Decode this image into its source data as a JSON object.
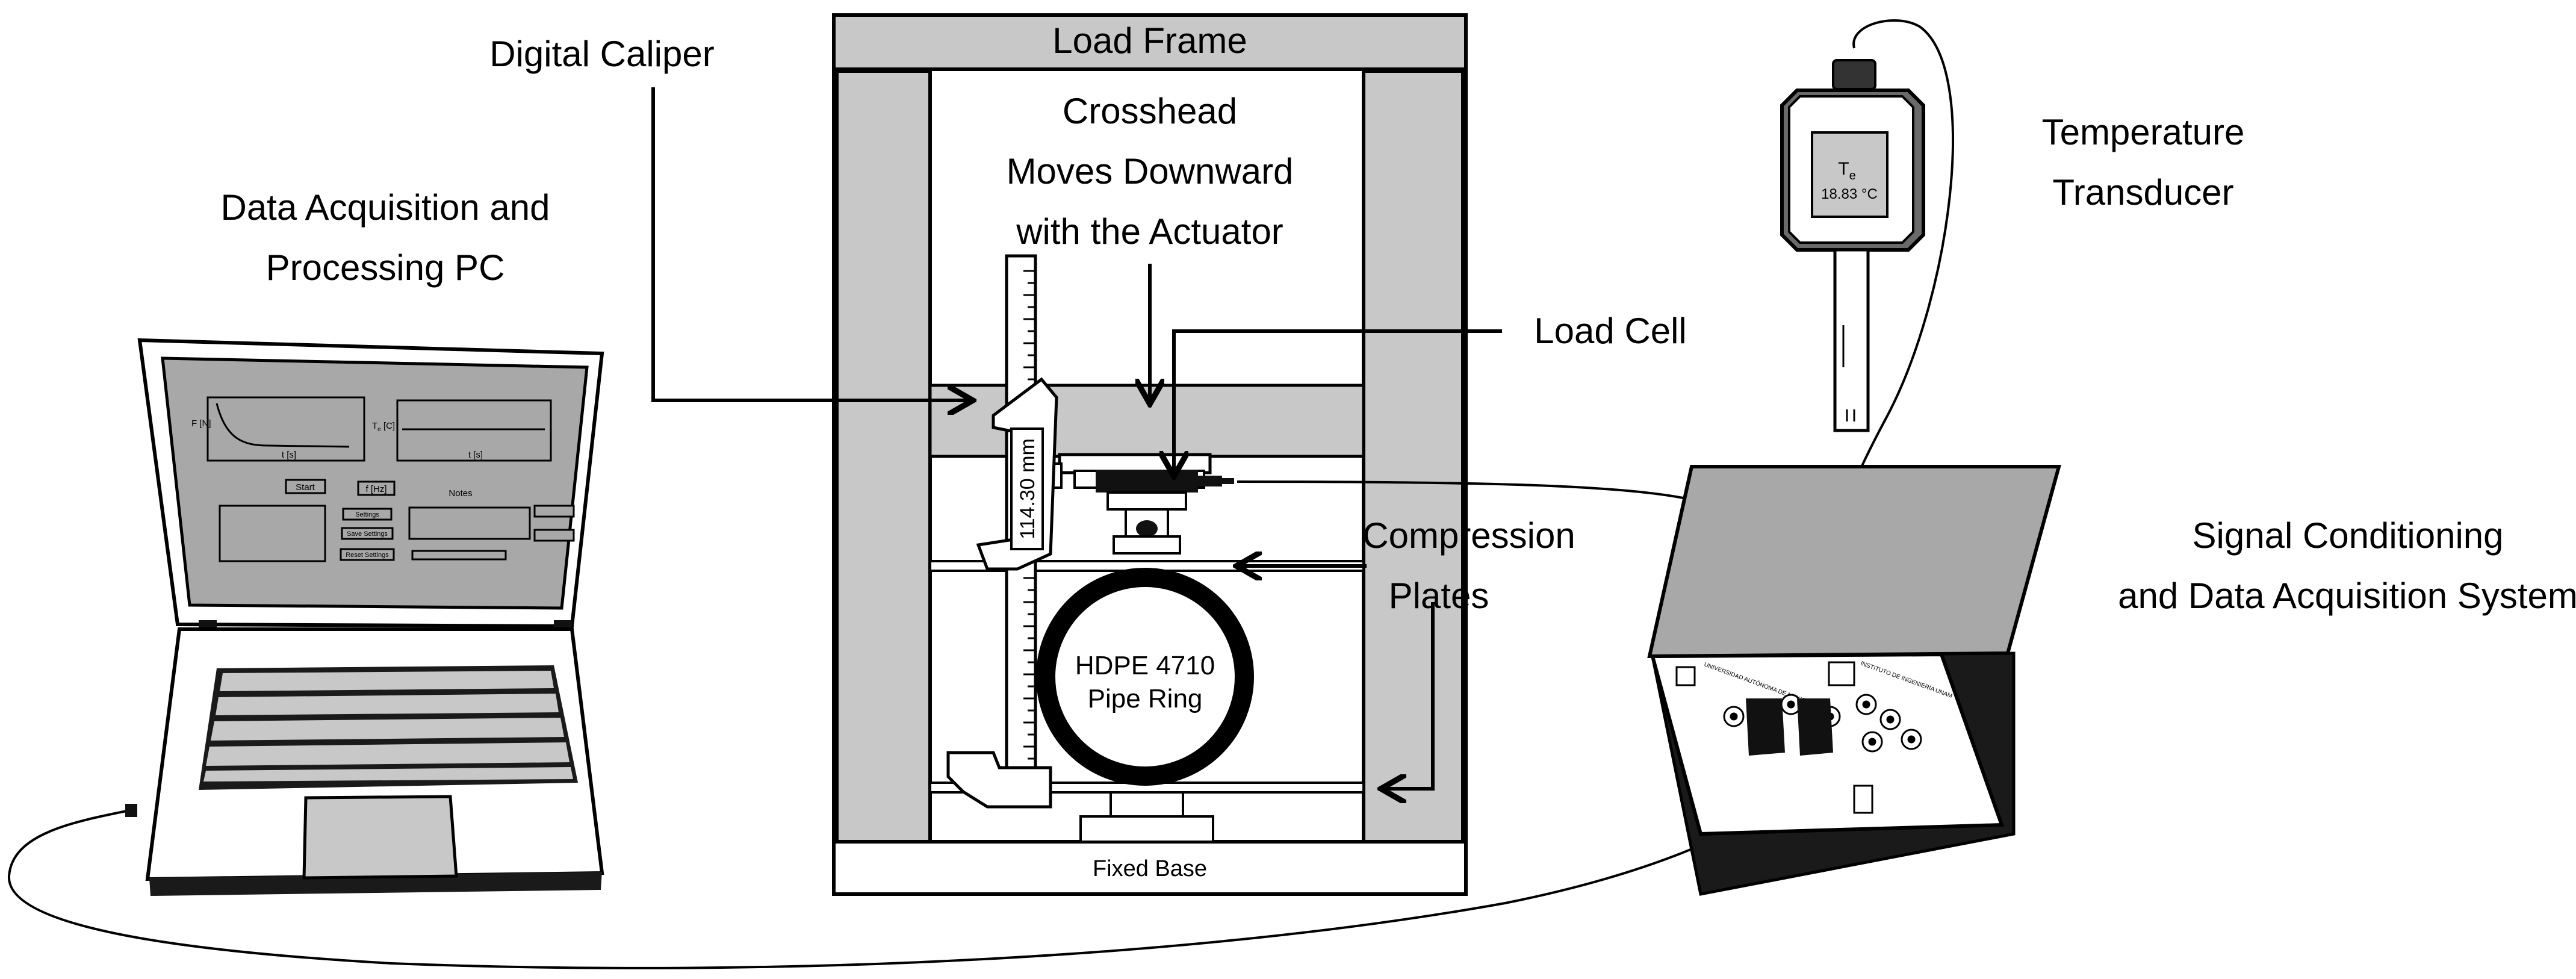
{
  "labels": {
    "load_frame": "Load Frame",
    "digital_caliper": "Digital Caliper",
    "crosshead_1": "Crosshead",
    "crosshead_2": "Moves Downward",
    "crosshead_3": "with the Actuator",
    "load_cell": "Load Cell",
    "temp_1": "Temperature",
    "temp_2": "Transducer",
    "pc_1": "Data Acquisition and",
    "pc_2": "Processing PC",
    "compression_1": "Compression",
    "compression_2": "Plates",
    "signal_1": "Signal Conditioning",
    "signal_2": "and Data Acquisition System",
    "pipe_1": "HDPE 4710",
    "pipe_2": "Pipe Ring",
    "fixed_base": "Fixed Base",
    "caliper_reading": "114.30 mm"
  },
  "transducer": {
    "symbol": "T",
    "subscript": "e",
    "reading": "18.83 °C"
  },
  "laptop_screen": {
    "plot1_ylabel": "F [N]",
    "plot1_xlabel": "t [s]",
    "plot2_ylabel": "T",
    "plot2_ysub": "e",
    "plot2_yunit": " [C]",
    "plot2_xlabel": "t [s]",
    "start_button": "Start",
    "freq_button": "f [Hz]",
    "notes_label": "Notes",
    "settings_button": "Settings",
    "save_settings_button": "Save Settings",
    "reset_settings_button": "Reset Settings"
  },
  "daq_panel": {
    "unam_text": "UNIVERSIDAD AUTÓNOMA DE MÉXICO",
    "ii_text": "INSTITUTO DE INGENIERÍA UNAM"
  },
  "colors": {
    "frame_gray": "#c8c8c8",
    "screen_gray": "#a8a8a8",
    "dark": "#1a1a1a",
    "outline": "#000000"
  }
}
